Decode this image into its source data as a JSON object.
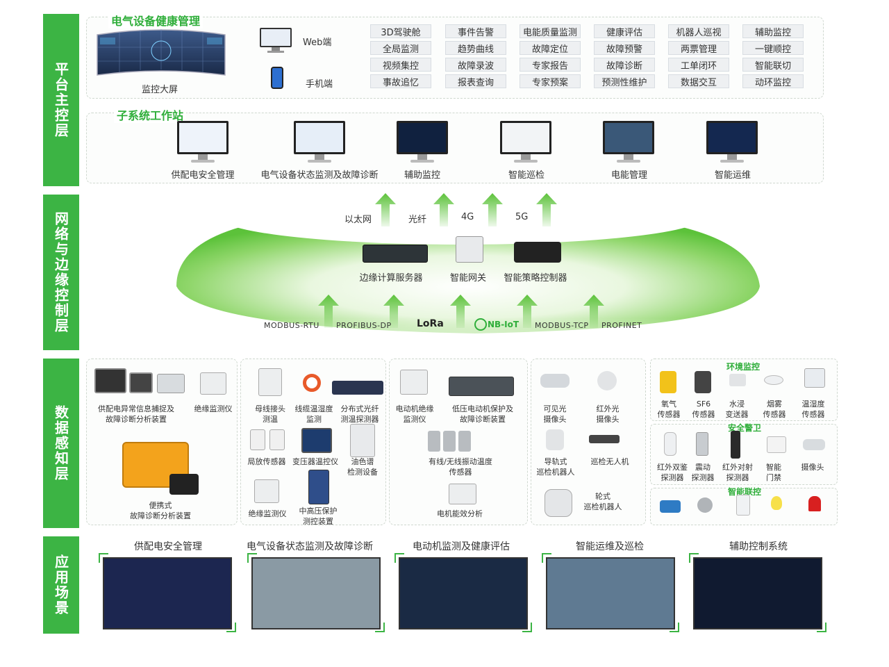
{
  "layers": {
    "platform": "平台主控层",
    "network": "网络与边缘控制层",
    "perception": "数据感知层",
    "application": "应用场景"
  },
  "health": {
    "title": "电气设备健康管理",
    "big_screen": "监控大屏",
    "web": "Web端",
    "mobile": "手机端",
    "functions": [
      [
        "3D驾驶舱",
        "事件告警",
        "电能质量监测",
        "健康评估",
        "机器人巡视",
        "辅助监控"
      ],
      [
        "全局监测",
        "趋势曲线",
        "故障定位",
        "故障预警",
        "两票管理",
        "一键顺控"
      ],
      [
        "视频集控",
        "故障录波",
        "专家报告",
        "故障诊断",
        "工单闭环",
        "智能联切"
      ],
      [
        "事故追忆",
        "报表查询",
        "专家预案",
        "预测性维护",
        "数据交互",
        "动环监控"
      ]
    ]
  },
  "workstation": {
    "title": "子系统工作站",
    "items": [
      "供配电安全管理",
      "电气设备状态监测及故障诊断",
      "辅助监控",
      "智能巡检",
      "电能管理",
      "智能运维"
    ]
  },
  "network": {
    "links": [
      "以太网",
      "光纤",
      "4G",
      "5G"
    ],
    "devices": [
      "边缘计算服务器",
      "智能网关",
      "智能策略控制器"
    ],
    "protocols": [
      "MODBUS-RTU",
      "PROFIBUS-DP",
      "LoRa",
      "NB-IoT",
      "MODBUS-TCP",
      "PROFINET"
    ]
  },
  "perception": {
    "g1": {
      "a": "供配电异常信息捕捉及\n故障诊断分析装置",
      "b": "绝缘监测仪",
      "c": "便携式\n故障诊断分析装置"
    },
    "g2": {
      "a": "母线接头\n测温",
      "b": "线缆温湿度\n监测",
      "c": "分布式光纤\n测温探测器",
      "d": "局放传感器",
      "e": "变压器温控仪",
      "f": "油色谱\n检测设备",
      "g": "绝缘监测仪",
      "h": "中高压保护\n测控装置"
    },
    "g3": {
      "a": "电动机绝缘\n监测仪",
      "b": "低压电动机保护及\n故障诊断装置",
      "c": "有线/无线振动温度\n传感器",
      "d": "电机能效分析"
    },
    "g4": {
      "a": "可见光\n摄像头",
      "b": "红外光\n摄像头",
      "c": "导轨式\n巡检机器人",
      "d": "巡检无人机",
      "e": "轮式\n巡检机器人"
    },
    "env": {
      "title": "环境监控",
      "items": [
        "氧气\n传感器",
        "SF6\n传感器",
        "水浸\n变送器",
        "烟雾\n传感器",
        "温湿度\n传感器"
      ]
    },
    "security": {
      "title": "安全警卫",
      "items": [
        "红外双鉴\n探测器",
        "震动\n探测器",
        "红外对射\n探测器",
        "智能\n门禁",
        "摄像头"
      ]
    },
    "linkage": {
      "title": "智能联控"
    }
  },
  "applications": [
    "供配电安全管理",
    "电气设备状态监测及故障诊断",
    "电动机监测及健康评估",
    "智能运维及巡检",
    "辅助控制系统"
  ],
  "colors": {
    "accent": "#3cb444",
    "title_green": "#2fae3a"
  }
}
